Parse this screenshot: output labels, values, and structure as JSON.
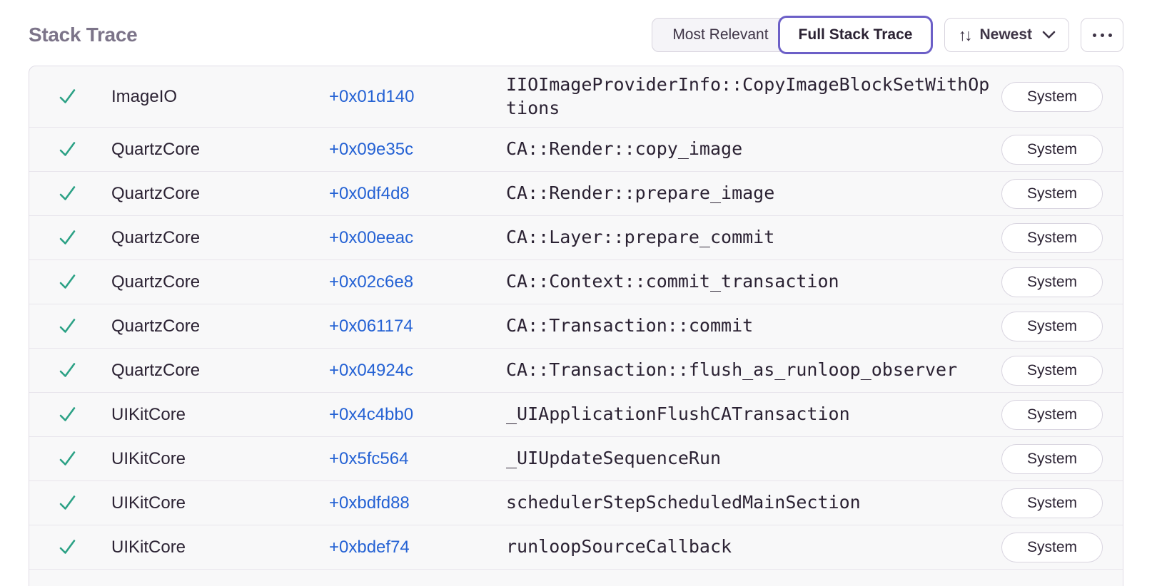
{
  "header": {
    "title": "Stack Trace",
    "view_toggle": {
      "most_relevant": "Most Relevant",
      "full_stack_trace": "Full Stack Trace",
      "active": "Full Stack Trace"
    },
    "sort": {
      "label": "Newest",
      "icon": "sort-arrows-icon",
      "chevron": "chevron-down-icon"
    },
    "more_icon": "ellipsis-icon"
  },
  "colors": {
    "accent_purple": "#6C5FC7",
    "link_blue": "#2562D4",
    "check_green": "#2BA185",
    "title_gray": "#7C7489",
    "text_dark": "#2B2233",
    "row_background": "#F8F8F9",
    "border_gray": "#E0DCE6"
  },
  "table": {
    "rows": [
      {
        "status_icon": "check-icon",
        "module": "ImageIO",
        "address": "+0x01d140",
        "function": "IIOImageProviderInfo::CopyImageBlockSetWithOptions",
        "tag": "System"
      },
      {
        "status_icon": "check-icon",
        "module": "QuartzCore",
        "address": "+0x09e35c",
        "function": "CA::Render::copy_image",
        "tag": "System"
      },
      {
        "status_icon": "check-icon",
        "module": "QuartzCore",
        "address": "+0x0df4d8",
        "function": "CA::Render::prepare_image",
        "tag": "System"
      },
      {
        "status_icon": "check-icon",
        "module": "QuartzCore",
        "address": "+0x00eeac",
        "function": "CA::Layer::prepare_commit",
        "tag": "System"
      },
      {
        "status_icon": "check-icon",
        "module": "QuartzCore",
        "address": "+0x02c6e8",
        "function": "CA::Context::commit_transaction",
        "tag": "System"
      },
      {
        "status_icon": "check-icon",
        "module": "QuartzCore",
        "address": "+0x061174",
        "function": "CA::Transaction::commit",
        "tag": "System"
      },
      {
        "status_icon": "check-icon",
        "module": "QuartzCore",
        "address": "+0x04924c",
        "function": "CA::Transaction::flush_as_runloop_observer",
        "tag": "System"
      },
      {
        "status_icon": "check-icon",
        "module": "UIKitCore",
        "address": "+0x4c4bb0",
        "function": "_UIApplicationFlushCATransaction",
        "tag": "System"
      },
      {
        "status_icon": "check-icon",
        "module": "UIKitCore",
        "address": "+0x5fc564",
        "function": "_UIUpdateSequenceRun",
        "tag": "System"
      },
      {
        "status_icon": "check-icon",
        "module": "UIKitCore",
        "address": "+0xbdfd88",
        "function": "schedulerStepScheduledMainSection",
        "tag": "System"
      },
      {
        "status_icon": "check-icon",
        "module": "UIKitCore",
        "address": "+0xbdef74",
        "function": "runloopSourceCallback",
        "tag": "System"
      }
    ]
  }
}
